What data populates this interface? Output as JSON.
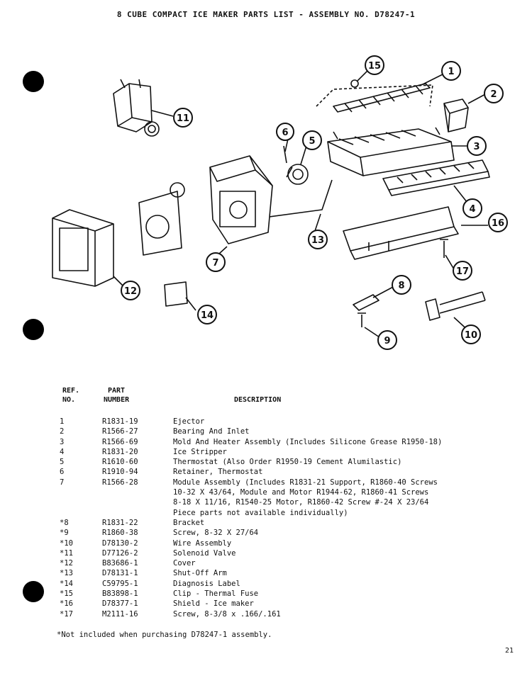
{
  "title": "8 CUBE COMPACT ICE MAKER PARTS LIST - ASSEMBLY NO. D78247-1",
  "callouts": [
    "1",
    "2",
    "3",
    "4",
    "5",
    "6",
    "7",
    "8",
    "9",
    "10",
    "11",
    "12",
    "13",
    "14",
    "15",
    "16",
    "17"
  ],
  "headers": {
    "ref_line1": "REF.",
    "ref_line2": "NO.",
    "part_line1": "PART",
    "part_line2": "NUMBER",
    "description": "DESCRIPTION"
  },
  "parts": [
    {
      "ref": "1",
      "part": "R1831-19",
      "desc": "Ejector"
    },
    {
      "ref": "2",
      "part": "R1566-27",
      "desc": "Bearing And Inlet"
    },
    {
      "ref": "3",
      "part": "R1566-69",
      "desc": "Mold And Heater Assembly (Includes Silicone Grease R1950-18)"
    },
    {
      "ref": "4",
      "part": "R1831-20",
      "desc": "Ice Stripper"
    },
    {
      "ref": "5",
      "part": "R1610-60",
      "desc": "Thermostat (Also Order R1950-19 Cement Alumilastic)"
    },
    {
      "ref": "6",
      "part": "R1910-94",
      "desc": "Retainer, Thermostat"
    },
    {
      "ref": "7",
      "part": "R1566-28",
      "desc": "Module Assembly (Includes R1831-21 Support, R1860-40 Screws"
    },
    {
      "ref": "",
      "part": "",
      "desc": "10-32 X 43/64, Module and Motor R1944-62, R1860-41 Screws"
    },
    {
      "ref": "",
      "part": "",
      "desc": "8-18 X 11/16, R1540-25 Motor, R1860-42 Screw #-24 X 23/64"
    },
    {
      "ref": "",
      "part": "",
      "desc": "Piece parts not available individually)"
    },
    {
      "ref": "*8",
      "part": "R1831-22",
      "desc": "Bracket"
    },
    {
      "ref": "*9",
      "part": "R1860-38",
      "desc": "Screw, 8-32 X 27/64"
    },
    {
      "ref": "*10",
      "part": "D78130-2",
      "desc": "Wire Assembly"
    },
    {
      "ref": "*11",
      "part": "D77126-2",
      "desc": "Solenoid Valve"
    },
    {
      "ref": "*12",
      "part": "B83686-1",
      "desc": "Cover"
    },
    {
      "ref": "*13",
      "part": "D78131-1",
      "desc": "Shut-Off Arm"
    },
    {
      "ref": "*14",
      "part": "C59795-1",
      "desc": "Diagnosis Label"
    },
    {
      "ref": "*15",
      "part": "B83898-1",
      "desc": "Clip - Thermal Fuse"
    },
    {
      "ref": "*16",
      "part": "D78377-1",
      "desc": "Shield - Ice maker"
    },
    {
      "ref": "*17",
      "part": "M2111-16",
      "desc": "Screw, 8-3/8 x .166/.161"
    }
  ],
  "footnote": "*Not included when purchasing D78247-1 assembly.",
  "page_number": "21"
}
